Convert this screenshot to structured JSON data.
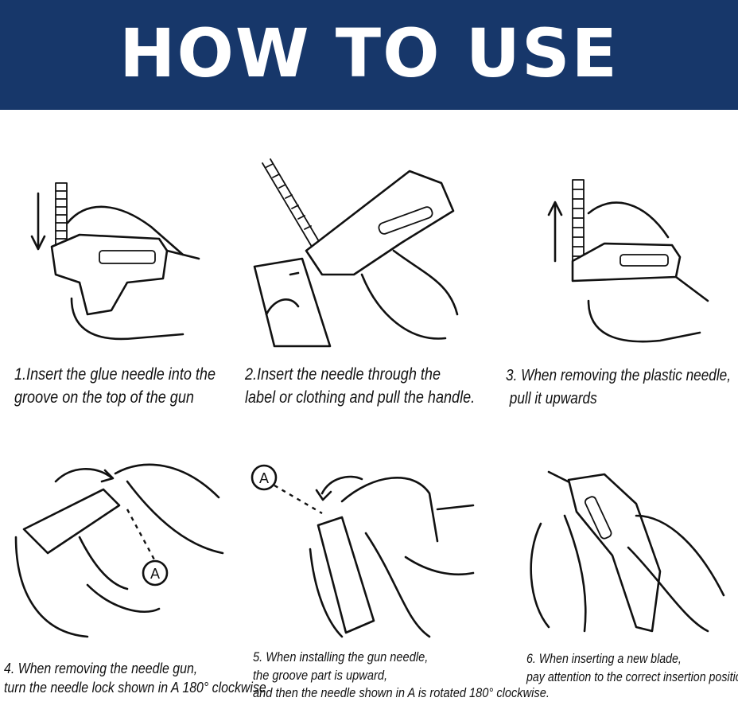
{
  "header": {
    "title": "HOW TO USE",
    "background_color": "#17376a",
    "text_color": "#ffffff"
  },
  "steps": [
    {
      "illustration_icon": "tag-gun-needle-insert-illustration",
      "lines": [
        "1.Insert the glue needle into the",
        "groove on the top of the gun"
      ]
    },
    {
      "illustration_icon": "tag-gun-pierce-label-illustration",
      "lines": [
        "2.Insert the needle through the",
        "label or clothing and pull the handle."
      ]
    },
    {
      "illustration_icon": "tag-gun-remove-needle-illustration",
      "lines": [
        "3. When removing the plastic needle,",
        " pull it upwards"
      ]
    },
    {
      "illustration_icon": "needle-lock-rotate-illustration",
      "marker": "A",
      "lines": [
        "4. When removing the needle gun,",
        "turn the needle lock shown in A 180° clockwise"
      ]
    },
    {
      "illustration_icon": "gun-needle-install-illustration",
      "marker": "A",
      "lines": [
        "5. When installing the gun needle,",
        "the groove part is upward,",
        "and then the needle shown in A is rotated 180° clockwise."
      ]
    },
    {
      "illustration_icon": "blade-insert-illustration",
      "lines": [
        "6. When inserting a new blade,",
        "pay attention to the correct insertion position."
      ]
    }
  ]
}
